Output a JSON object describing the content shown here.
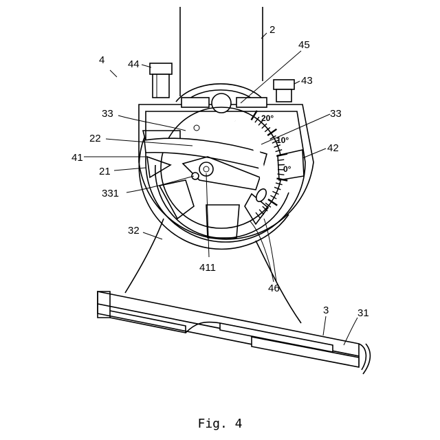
{
  "figure": {
    "caption": "Fig. 4"
  },
  "labels": {
    "l2": "2",
    "l4": "4",
    "l44": "44",
    "l45": "45",
    "l43": "43",
    "l33a": "33",
    "l33b": "33",
    "l22": "22",
    "l41": "41",
    "l42": "42",
    "l21": "21",
    "l331": "331",
    "l32": "32",
    "l411": "411",
    "l46": "46",
    "l3": "3",
    "l31": "31"
  },
  "scale": {
    "deg20": "20°",
    "deg10": "10°",
    "deg0": "0°"
  }
}
